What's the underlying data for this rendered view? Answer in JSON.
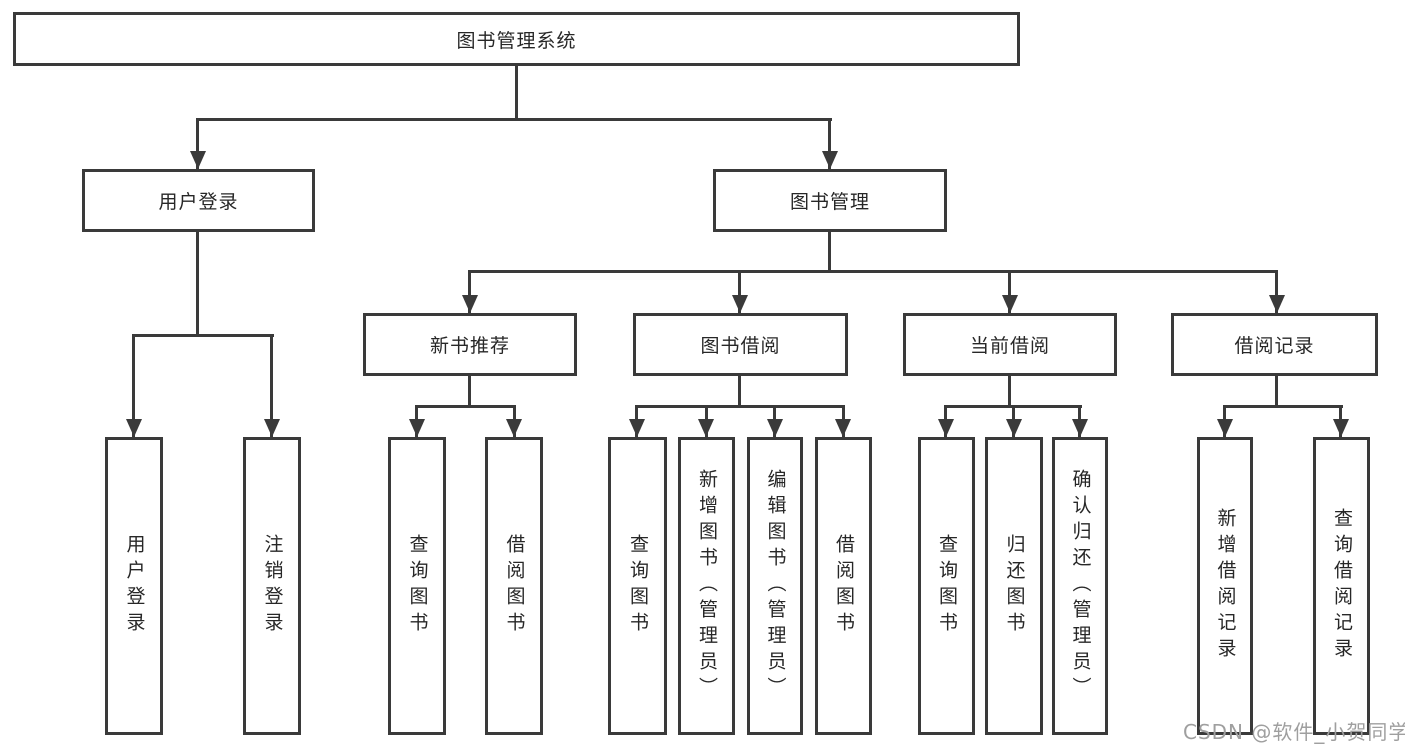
{
  "tree": {
    "root": {
      "label": "图书管理系统"
    },
    "level2": [
      {
        "label": "用户登录"
      },
      {
        "label": "图书管理"
      }
    ],
    "level3": [
      {
        "label": "新书推荐"
      },
      {
        "label": "图书借阅"
      },
      {
        "label": "当前借阅"
      },
      {
        "label": "借阅记录"
      }
    ],
    "leaves": [
      {
        "label": "用户登录"
      },
      {
        "label": "注销登录"
      },
      {
        "label": "查询图书"
      },
      {
        "label": "借阅图书"
      },
      {
        "label": "查询图书"
      },
      {
        "label": "新增图书（管理员）"
      },
      {
        "label": "编辑图书（管理员）"
      },
      {
        "label": "借阅图书"
      },
      {
        "label": "查询图书"
      },
      {
        "label": "归还图书"
      },
      {
        "label": "确认归还（管理员）"
      },
      {
        "label": "新增借阅记录"
      },
      {
        "label": "查询借阅记录"
      }
    ]
  },
  "watermark": {
    "text": "CSDN @软件_小贺同学"
  },
  "colors": {
    "line": "#3a3a3a",
    "text": "#272727",
    "watermark": "#9f9f9f",
    "background": "#ffffff"
  }
}
